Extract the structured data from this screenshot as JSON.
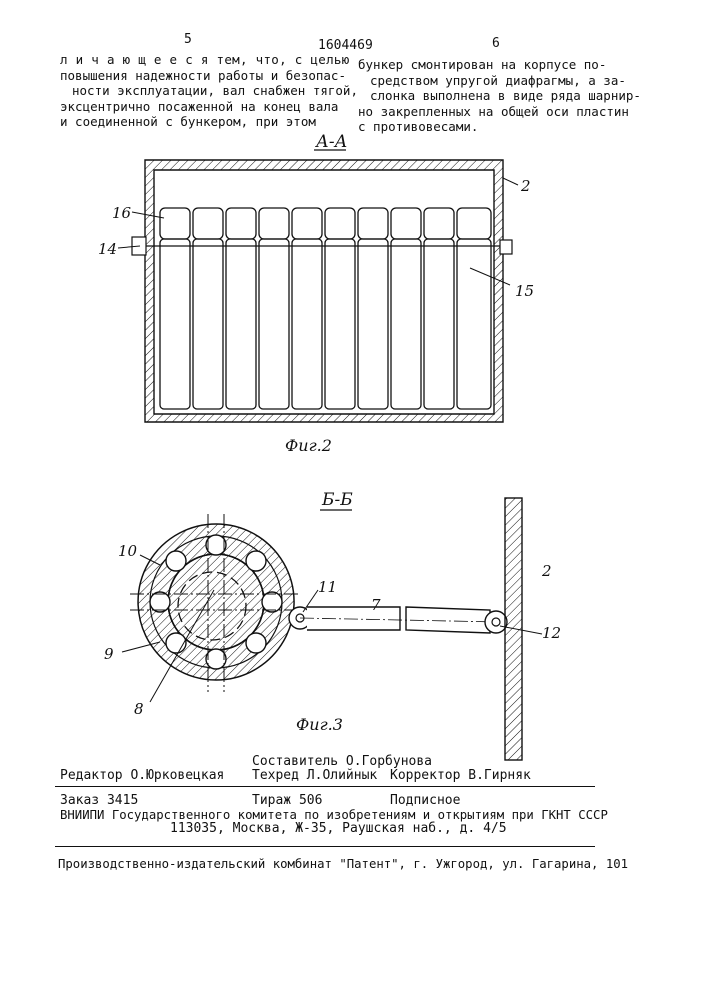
{
  "header": {
    "page_left": "5",
    "patent_number": "1604469",
    "page_right": "6"
  },
  "claim": {
    "left_lines": [
      "л и ч а ю щ е е с я тем, что, с целью",
      "повышения надежности работы и безопас-",
      "ности эксплуатации, вал снабжен тягой,",
      "эксцентрично посаженной на конец вала",
      "и соединенной с бункером, при этом"
    ],
    "right_lines": [
      "бункер смонтирован на   корпусе по-",
      "средством упругой диафрагмы, а за-",
      "слонка выполнена в виде ряда шарнир-",
      "но закрепленных на общей оси пластин",
      "с противовесами."
    ]
  },
  "figure2": {
    "section": "А-А",
    "caption": "Фиг.2",
    "labels": {
      "housing": "2",
      "plates_top": "16",
      "axis": "14",
      "plates": "15"
    }
  },
  "figure3": {
    "section": "Б-Б",
    "caption": "Фиг.3",
    "labels": {
      "ring": "10",
      "balls": "9",
      "shaft": "8",
      "pin": "11",
      "rod": "7",
      "wall": "2",
      "hinge": "12"
    }
  },
  "imprint": {
    "composer": "Составитель О.Горбунова",
    "editor": "Редактор О.Юрковецкая",
    "techred": "Техред  Л.Олийнык",
    "corrector": "Корректор В.Гирняк",
    "order": "Заказ 3415",
    "circulation": "Тираж 506",
    "subscription": "Подписное",
    "institute": "ВНИИПИ Государственного комитета по изобретениям и открытиям при ГКНТ СССР",
    "address": "113035, Москва, Ж-35, Раушская наб., д. 4/5",
    "publisher": "Производственно-издательский комбинат \"Патент\", г. Ужгород, ул. Гагарина, 101"
  }
}
